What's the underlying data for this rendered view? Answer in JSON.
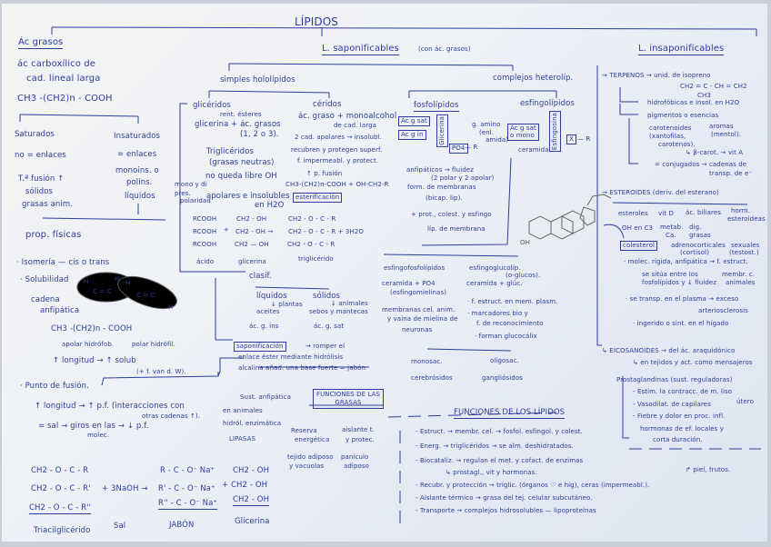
{
  "title": "LÍPIDOS",
  "fatty_acids": {
    "heading": "Ác grasos",
    "def1": "ác carboxílico de",
    "def2": "cad. lineal larga",
    "formula": "CH3 -(CH2)n - COOH",
    "saturated": {
      "label": "Saturados",
      "l1": "no = enlaces",
      "l2": "T.ª fusión ↑",
      "l3": "sólidos",
      "l4": "grasas anim."
    },
    "unsaturated": {
      "label": "Insaturados",
      "l1": "= enlaces",
      "l2": "monoins. o",
      "l3": "polins.",
      "l4": "líquidos"
    },
    "props": {
      "heading": "prop. físicas",
      "isomery": "· Isomería — cis o trans",
      "solubility": "· Solubilidad",
      "chain1": "cadena",
      "chain2": "anfipática",
      "cis_h1": "H",
      "cis_h2": "H",
      "cis_cc": "C = C",
      "trans_h1": "H",
      "trans_h2": "H",
      "trans_cc": "C = C",
      "formula": "CH3 -(CH2)n - COOH",
      "apolar": "apolar hidrófob.",
      "polar": "polar hidrófil.",
      "sol1": "↑ longitud → ↑ solub",
      "sol2": "(+ f. van d. W).",
      "melting": "· Punto de fusión.",
      "mp1": "↑ longitud → ↑ p.f. (interacciones con",
      "mp2": "otras cadenas ↑).",
      "mp3": "= sal → giros en las → ↓ p.f.",
      "mp4": "molec."
    }
  },
  "saponification_reaction": {
    "r1": "CH2 - O - C - R",
    "r2": "CH2 - O - C - R'",
    "r3": "CH2 - O - C - R''",
    "reagent": "+ 3NaOH →",
    "p1": "R - C - O⁻ Na⁺",
    "p2": "R' - C - O⁻ Na⁺",
    "p3": "R'' - C - O⁻ Na⁺",
    "g1": "CH2 - OH",
    "g2": "+ CH2 - OH",
    "g3": "CH2 - OH",
    "lbl_tri": "Triacilglicérido",
    "lbl_salt": "Sal",
    "lbl_soap": "JABÓN",
    "lbl_gly": "Glicerina"
  },
  "saponifiable": {
    "heading": "L. saponificables",
    "note": "(con ác. grasos)",
    "simple": "simples hololípidos",
    "complex": "complejos heterolíp.",
    "glycerides": {
      "label": "glicéridos",
      "l1": "rent. ésteres",
      "l2": "glicerina + ác. grasos",
      "l3": "(1, 2 o 3).",
      "l4": "Triglicéridos",
      "l5": "(grasas neutras)",
      "l6": "no queda libre OH",
      "l7": "apolares e insolubles",
      "l8": "en H2O",
      "mono1": "mono y di",
      "mono2": "pres.",
      "mono3": "polaridad"
    },
    "cerides": {
      "label": "céridos",
      "l1": "ác. graso + monoalcohol",
      "l2": "de cad. larga",
      "l3": "2 cad. apolares → insolubl.",
      "l4": "recubren y protegen superf.",
      "l5": "f. impermeabl. y protect.",
      "l6": "↑ p. fusión",
      "l7": "CH3-(CH2)n-COOH + OH-CH2-R",
      "l8": "esterificación"
    },
    "esterification": {
      "a1": "RCOOH",
      "a2": "RCOOH",
      "a3": "RCOOH",
      "plus": "+",
      "g1": "CH2 - OH",
      "g2": "CH2 - OH →",
      "g3": "CH2 — OH",
      "t1": "CH2 - O - C - R",
      "t2": "CH2 - O - C - R + 3H2O",
      "t3": "CH2 - O - C - R",
      "lbl_acid": "ácido",
      "lbl_gly": "glicerina",
      "lbl_tri": "triglicérido"
    },
    "classif": {
      "label": "clasif.",
      "liquid": "líquidos",
      "plants": "↓ plantas",
      "oils": "aceites",
      "liq_acid": "ác. g. ins",
      "solid": "sólidos",
      "animals": "↓ animales",
      "fats": "sebos y mantecas",
      "sol_acid": "ác. g. sat"
    },
    "saponification": {
      "label": "saponificación",
      "l1": "→ romper el",
      "l2": "enlace éster mediante hidrólisis",
      "l3": "alcalina añad. una base fuerte = jabón",
      "amph": "Sust. anfipática",
      "anim": "en animales",
      "enz": "hidról. enzimática",
      "lipases": "LIPASAS"
    },
    "fat_functions": {
      "heading": "FUNCIONES DE LAS GRASAS",
      "reserve1": "Reserva",
      "reserve2": "energética",
      "reserve3": "tejido adiposo",
      "reserve4": "y vacuolas",
      "ins1": "aislante t.",
      "ins2": "y protec.",
      "ins3": "panículo",
      "ins4": "adiposo"
    },
    "phospholipids": {
      "label": "fosfolípidos",
      "sat": "Ac g sat",
      "ins": "Ac g in",
      "glycerol": "Glicerina",
      "po4": "PO4",
      "r": "— R",
      "l1": "anfipáticos → fluidez",
      "l2": "(2 polar y 2 apolar)",
      "l3": "form. de membranas",
      "l4": "(bicap. lip).",
      "l5": "+ prot., colest. y esfingo",
      "l6": "líp. de membrana"
    },
    "sphingolipids": {
      "label": "esfingolípidos",
      "amino1": "g. amino",
      "amino2": "(enl.",
      "amino3": "amida)",
      "acid1": "Ac g sat",
      "acid2": "o mono",
      "sphingosine": "Esfingosina",
      "x": "X",
      "r": "— R",
      "ceramide": "ceramida",
      "sp_label": "esfingofosfolípidos",
      "sp1": "ceramida + PO4",
      "sp2": "(esfingomielinas)",
      "sp3": "membranas cel. anim.",
      "sp4": "y vaina de mielina de",
      "sp5": "neuronas",
      "sg_label": "esfingoglucolíp.",
      "sg0": "(o-glucos).",
      "sg1": "ceramida + glúc.",
      "sg2": "· f. estruct. en mem. plasm.",
      "sg3": "· marcadores bio y",
      "sg4": "f. de reconocimiento",
      "sg5": "· forman glucocálix",
      "mono": "monosac.",
      "cereb": "cerebrósidos",
      "oligo": "oligosac.",
      "gang": "gangliósidos"
    }
  },
  "lipid_functions": {
    "heading": "FUNCIONES DE LOS LÍPIDOS",
    "items": [
      "- Estruct. → membr. cel. → fosfol. esfingol. y colest.",
      "- Energ. → triglicéridos → se alm. deshidratados.",
      "- Biocataliz. → regulan el met. y cofact. de enzimas",
      "↳ prostagl., vit y hormonas.",
      "↱ piel, frutos.",
      "- Recubr. y protección → triglic. (órganos ♡ e híg), ceras (impermeabl.).",
      "- Aislante térmico → grasa del tej. celular subcutáneo.",
      "- Transporte → complejos hidrosolubles — lipoproteínas"
    ]
  },
  "insaponifiable": {
    "heading": "L. insaponificables",
    "terpenes": {
      "label": "→ TERPENOS → unid. de isopreno",
      "formula": "CH2 = C - CH = CH2",
      "ch3": "CH3",
      "l1": "hidrofóbicas e insol. en H2O",
      "l2": "pigmentos o esencias",
      "carot1": "carotenoides",
      "carot2": "(xantofilas,",
      "carot3": "carotenos).",
      "arom1": "aromas",
      "arom2": "(mentol).",
      "beta": "↳ β-carot. → vit A",
      "l3": "= conjugados → cadenas de",
      "l4": "transp. de e⁻"
    },
    "steroid_oh": "OH",
    "steroids": {
      "label": "→ ESTEROIDES (deriv. del esterano)",
      "sterols": "esteroles",
      "oh": "OH en C3",
      "vitd": "vit D",
      "vitd1": "metab.",
      "vitd2": "Ca.",
      "bile": "ác. biliares",
      "bile1": "dig.",
      "bile2": "grasas",
      "horm1": "horm.",
      "horm2": "esteroideas",
      "chol": "colesterol",
      "adr1": "adrenocorticales",
      "adr2": "(cortisol)",
      "sex1": "sexuales",
      "sex2": "(testost.)",
      "c1": "· molec. rígida, anfipática → f. estruct.",
      "c2": "se sitúa entre los",
      "c3": "fosfolípidos y ↓ fluidez",
      "c4": "membr. c.",
      "c5": "animales",
      "c6": "· se transp. en el plasma → exceso",
      "c7": "arteriosclerosis",
      "c8": "· ingerido o sint. en el hígado"
    },
    "eicosanoids": {
      "label": "↳ EICOSANOIDES → del ác. araquidónico",
      "l1": "↳ en tejidos y act. como mensajeros",
      "pg": "Prostaglandinas (sust. reguladoras)",
      "p1": "- Estim. la contracc. de m. liso",
      "uterus": "útero",
      "p2": "- Vasodilat. de capilares",
      "p3": "- Fiebre y dolor en proc. infl.",
      "p4": "hormonas de ef. locales y",
      "p5": "corta duración."
    }
  },
  "colors": {
    "ink": "#2d3c9c",
    "paper": "#eef1f6"
  }
}
